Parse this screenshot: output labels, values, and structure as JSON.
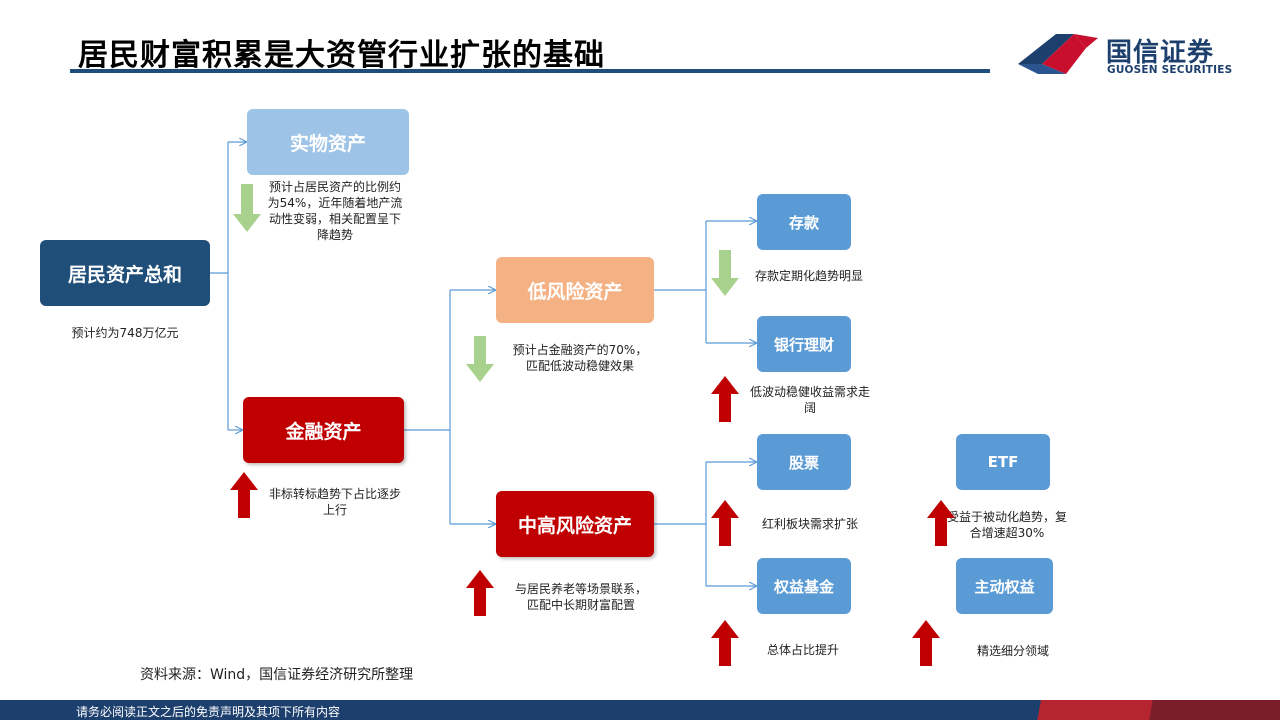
{
  "header": {
    "title": "居民财富积累是大资管行业扩张的基础",
    "logo_cn": "国信证券",
    "logo_en": "GUOSEN SECURITIES"
  },
  "nodes": {
    "resident_total": "居民资产总和",
    "physical": "实物资产",
    "financial": "金融资产",
    "low_risk": "低风险资产",
    "mid_high_risk": "中高风险资产",
    "deposit": "存款",
    "bank_wm": "银行理财",
    "stock": "股票",
    "equity_fund": "权益基金",
    "etf": "ETF",
    "active_equity": "主动权益"
  },
  "notes": {
    "resident_total": "预计约为748万亿元",
    "physical_1": "预计占居民资产的比例约",
    "physical_2": "为54%，近年随着地产流",
    "physical_3": "动性变弱，相关配置呈下",
    "physical_4": "降趋势",
    "financial_1": "非标转标趋势下占比逐步",
    "financial_2": "上行",
    "low_risk_1": "预计占金融资产的70%，",
    "low_risk_2": "匹配低波动稳健效果",
    "mid_high_1": "与居民养老等场景联系，",
    "mid_high_2": "匹配中长期财富配置",
    "deposit": "存款定期化趋势明显",
    "bank_wm_1": "低波动稳健收益需求走",
    "bank_wm_2": "阔",
    "stock": "红利板块需求扩张",
    "etf_1": "受益于被动化趋势，复",
    "etf_2": "合增速超30%",
    "equity_fund": "总体占比提升",
    "active_equity": "精选细分领域"
  },
  "source": "资料来源：Wind，国信证券经济研究所整理",
  "footer": "请务必阅读正文之后的免责声明及其项下所有内容",
  "colors": {
    "navy": "#1f4e79",
    "red": "#c00000",
    "light_blue": "#9dc3e6",
    "peach": "#f4b183",
    "mid_blue": "#5b9bd5",
    "arrow_green": "#a9d18e",
    "arrow_red": "#c00000",
    "connector": "#5b9bd5"
  },
  "icons": {
    "down_arrow": "down-arrow-icon",
    "up_arrow": "up-arrow-icon"
  }
}
